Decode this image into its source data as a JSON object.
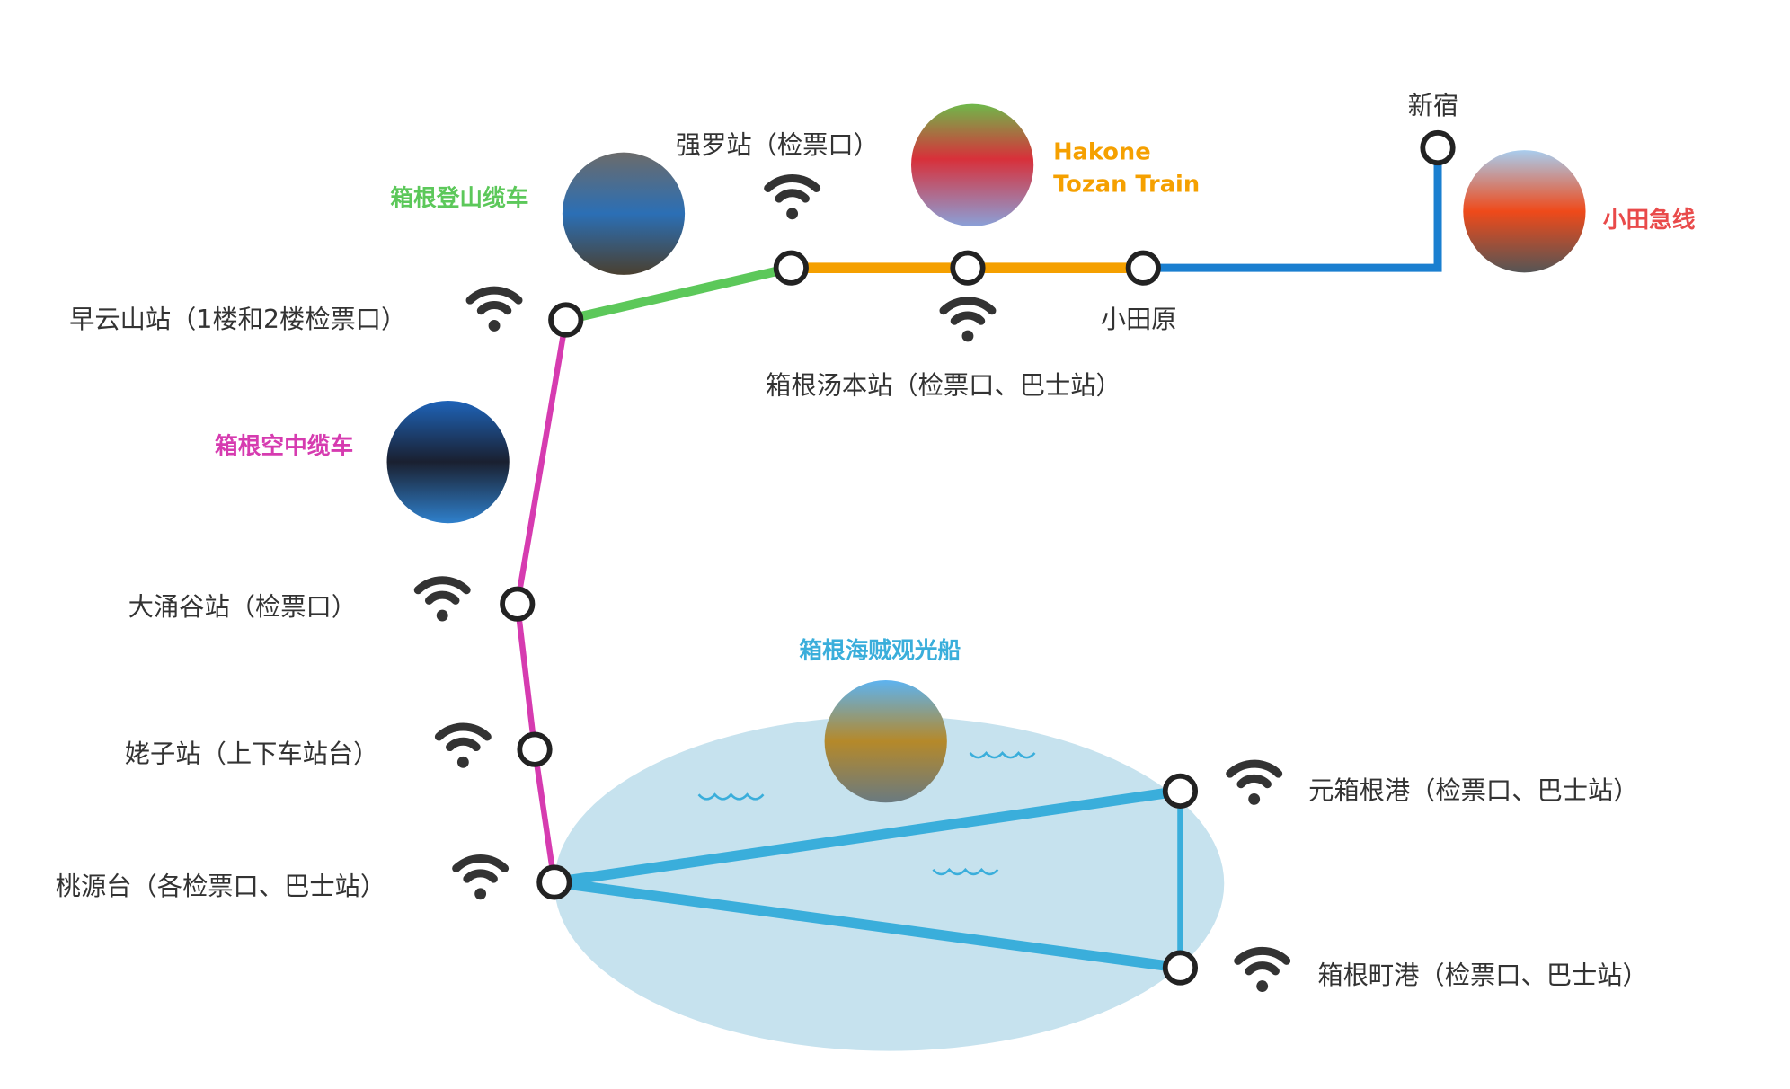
{
  "lines": {
    "cable_car": {
      "label": "箱根登山缆车",
      "color": "#5cc85a"
    },
    "tozan_train": {
      "label_1": "Hakone",
      "label_2": "Tozan Train",
      "color": "#f5a000"
    },
    "odakyu": {
      "label": "小田急线",
      "color": "#e94a4a",
      "line_color": "#1a7fd0"
    },
    "ropeway": {
      "label": "箱根空中缆车",
      "color": "#d63bb0"
    },
    "cruise": {
      "label": "箱根海贼观光船",
      "color": "#3aaedb",
      "lake_color": "#c6e2ee"
    }
  },
  "stations": {
    "sounzan": "早云山站（1楼和2楼检票口）",
    "gora": "强罗站（检票口）",
    "yumoto": "箱根汤本站（检票口、巴士站）",
    "odawara": "小田原",
    "shinjuku": "新宿",
    "owakudani": "大涌谷站（检票口）",
    "ubako": "姥子站（上下车站台）",
    "togendai": "桃源台（各检票口、巴士站）",
    "motohakone": "元箱根港（检票口、巴士站）",
    "hakonemachi": "箱根町港（检票口、巴士站）"
  }
}
